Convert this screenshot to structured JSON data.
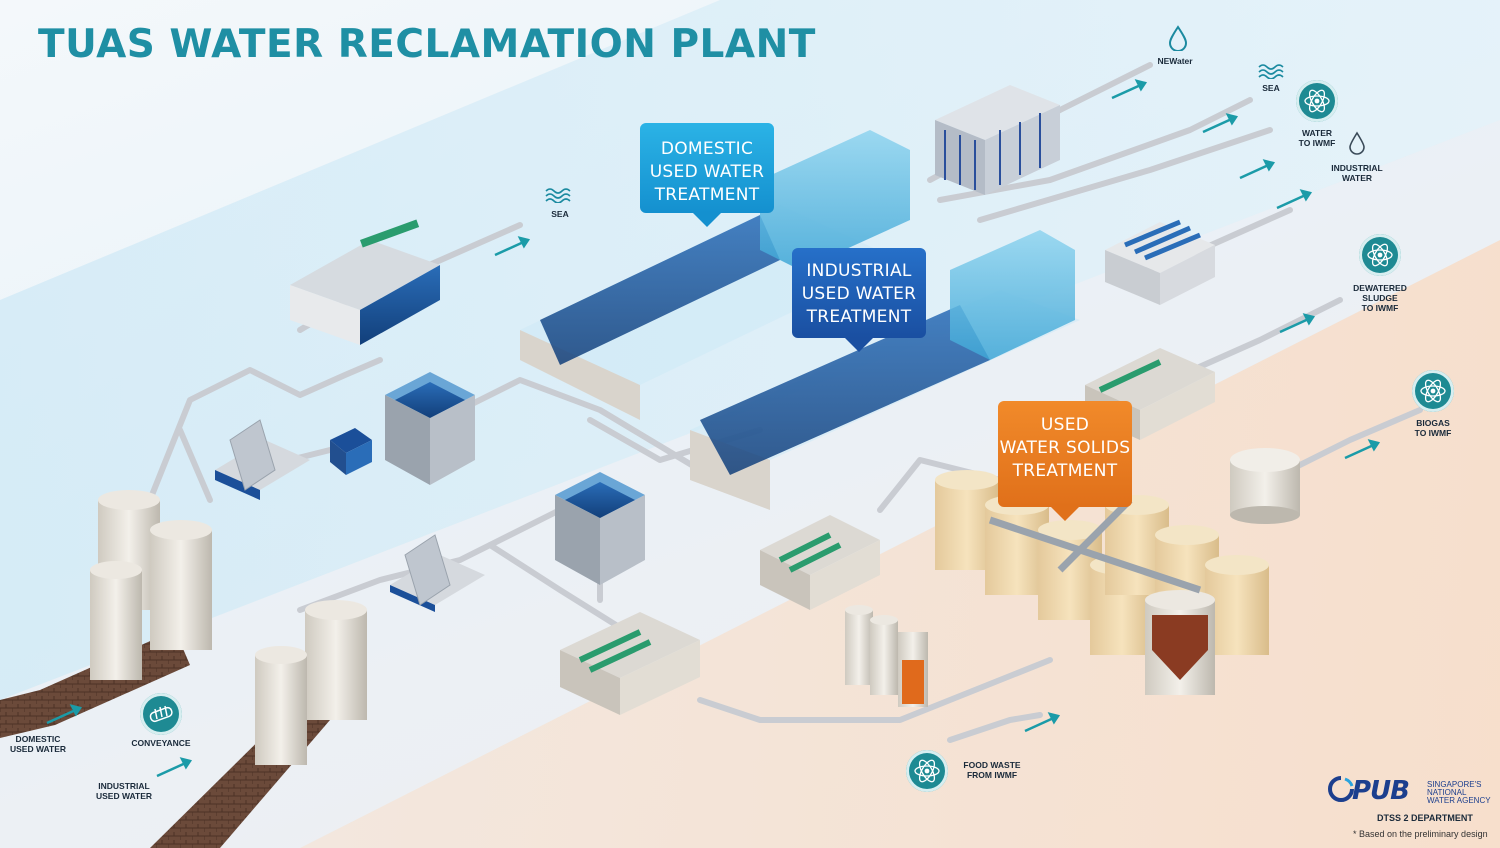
{
  "title": "TUAS WATER RECLAMATION PLANT",
  "badges": {
    "domestic": [
      "DOMESTIC",
      "USED WATER",
      "TREATMENT"
    ],
    "industrial": [
      "INDUSTRIAL",
      "USED WATER",
      "TREATMENT"
    ],
    "solids": [
      "USED",
      "WATER SOLIDS",
      "TREATMENT"
    ]
  },
  "outputs": {
    "sea_left": "SEA",
    "newater": "NEWater",
    "sea_right": "SEA",
    "water_to_iwmf": [
      "WATER",
      "TO IWMF"
    ],
    "industrial_water": [
      "INDUSTRIAL",
      "WATER"
    ],
    "dewatered_sludge": [
      "DEWATERED",
      "SLUDGE",
      "TO IWMF"
    ],
    "biogas": [
      "BIOGAS",
      "TO IWMF"
    ]
  },
  "inputs": {
    "domestic": [
      "DOMESTIC",
      "USED WATER"
    ],
    "industrial": [
      "INDUSTRIAL",
      "USED WATER"
    ],
    "conveyance": "CONVEYANCE",
    "food_waste": [
      "FOOD WASTE",
      "FROM IWMF"
    ]
  },
  "footer": {
    "logo_text": "PUB",
    "agency": [
      "SINGAPORE'S",
      "NATIONAL",
      "WATER AGENCY"
    ],
    "department": "DTSS 2 DEPARTMENT",
    "note": "* Based on the preliminary design"
  },
  "colors": {
    "title": "#1f8fa4",
    "domestic_badge": "#1e9fd9",
    "industrial_badge": "#1f5fb5",
    "solids_badge": "#e8791f",
    "icon_circle": "#1e8a93",
    "pub_blue": "#1c3f8e"
  },
  "icons": [
    "water-drop-icon",
    "waves-icon",
    "atom-icon",
    "pipe-icon"
  ]
}
